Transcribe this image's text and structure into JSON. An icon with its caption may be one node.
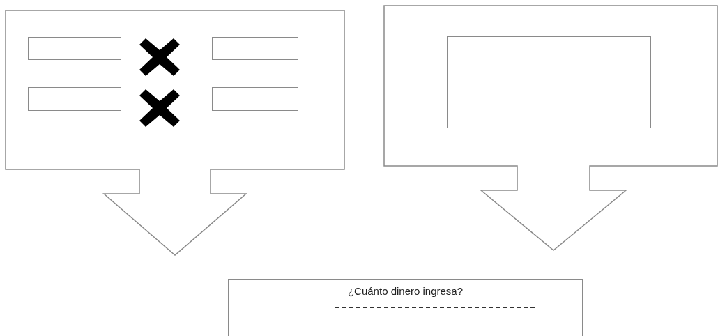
{
  "diagram": {
    "nodes": [
      {
        "text": [],
        "shape": "callout"
      },
      {
        "text": [],
        "shape": "box",
        "in": 0
      },
      {
        "text": [],
        "shape": "box",
        "in": 0
      },
      {
        "text": [],
        "shape": "box",
        "in": 0
      },
      {
        "text": [],
        "shape": "box",
        "in": 0
      },
      {
        "text": [],
        "shape": "callout"
      },
      {
        "text": [],
        "shape": "box",
        "in": 5
      },
      {
        "text": [
          "¿Cuánto dinero ingresa?"
        ]
      }
    ]
  }
}
